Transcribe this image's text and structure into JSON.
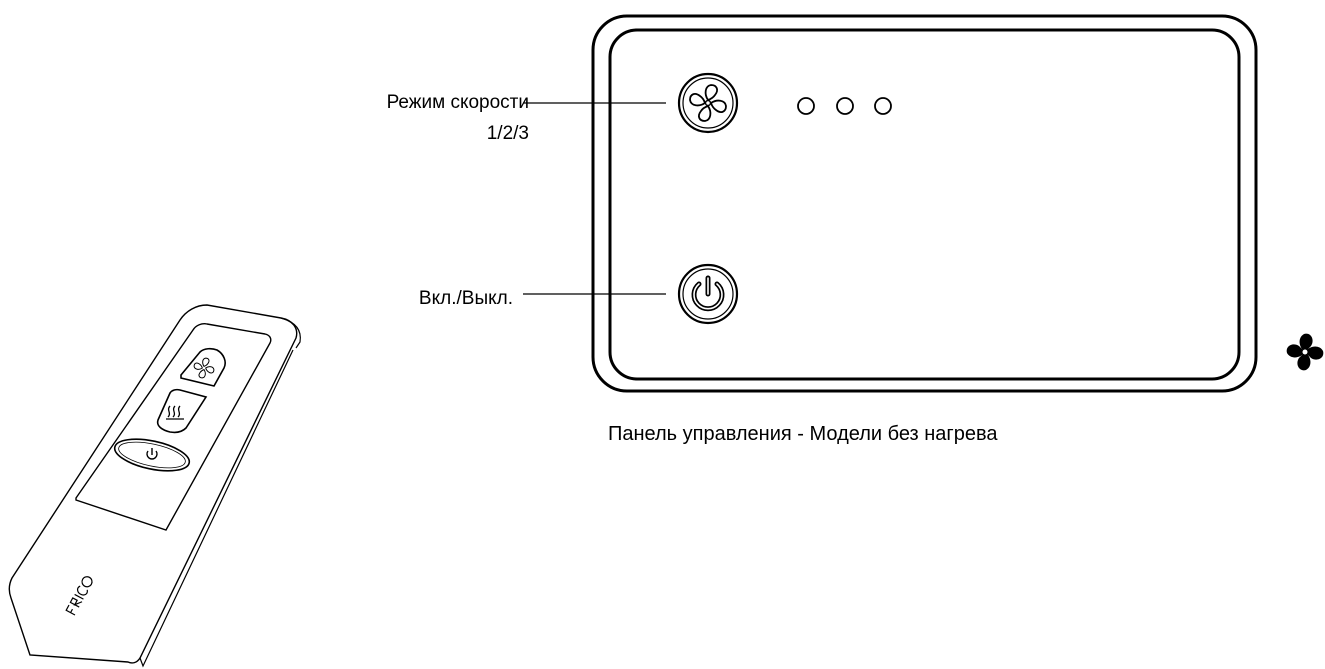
{
  "labels": {
    "speed_mode": "Режим скорости",
    "speed_values": "1/2/3",
    "on_off": "Вкл./Выкл."
  },
  "caption": "Панель управления  -  Модели без нагрева",
  "indicator_count": 3,
  "remote_brand": "FRICO",
  "icons": [
    "fan-icon",
    "power-icon",
    "heat-icon",
    "fan-solid-icon"
  ]
}
